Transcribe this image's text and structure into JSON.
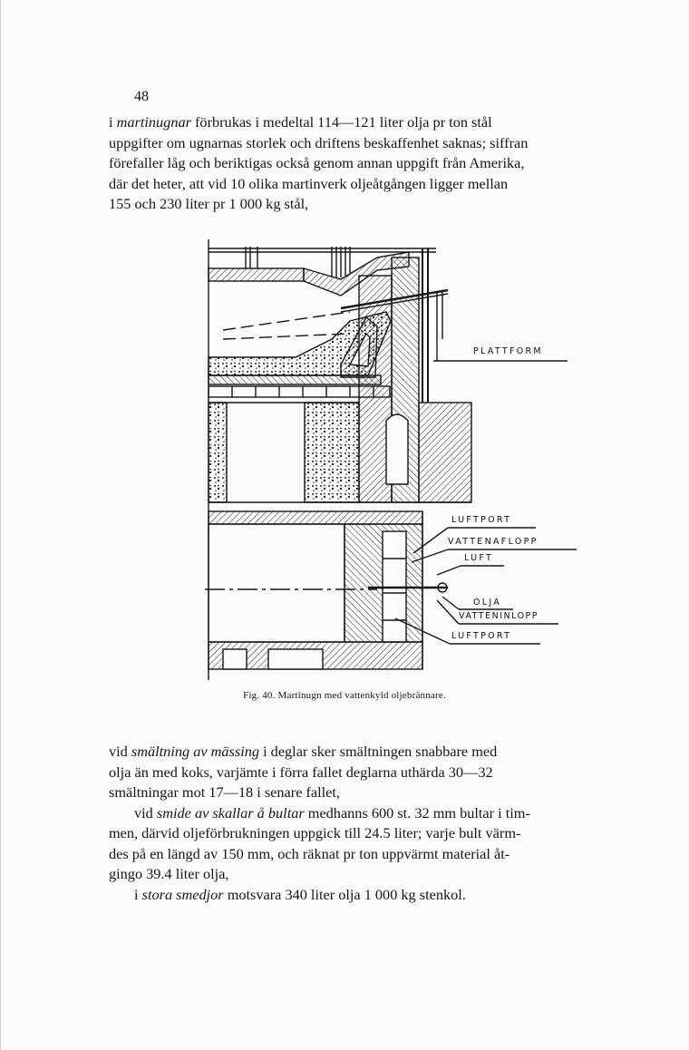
{
  "page_number": "48",
  "paragraph_1": {
    "lines": [
      {
        "pre": "i ",
        "em": "martinugnar",
        "post": " förbrukas i medeltal 114—121 liter olja pr ton stål"
      },
      {
        "pre": "uppgifter om ugnarnas storlek och driftens beskaffenhet saknas; siffran",
        "em": "",
        "post": ""
      },
      {
        "pre": "förefaller låg och beriktigas också genom annan uppgift från Amerika,",
        "em": "",
        "post": ""
      },
      {
        "pre": "där det heter, att vid 10 olika martinverk oljeåtgången ligger mellan",
        "em": "",
        "post": ""
      },
      {
        "pre": "155 och 230 liter pr 1 000 kg stål,",
        "em": "",
        "post": ""
      }
    ]
  },
  "figure": {
    "labels": {
      "plattform": "PLATTFORM",
      "luftport_top": "LUFTPORT",
      "vattenafl": "VATTENAFLOPP",
      "luft": "LUFT",
      "olja": "OLJA",
      "vatteninl": "VATTENINLOPP",
      "luftport_bottom": "LUFTPORT"
    },
    "caption": "Fig. 40.  Martinugn med vattenkyld oljebrännare."
  },
  "paragraph_2": {
    "lines": [
      {
        "pre": "vid ",
        "em": "smältning av mässing",
        "post": " i deglar sker smältningen snabbare med"
      },
      {
        "pre": "olja än med koks, varjämte i förra fallet deglarna uthärda 30—32",
        "em": "",
        "post": ""
      },
      {
        "pre": "smältningar mot 17—18 i senare fallet,",
        "em": "",
        "post": ""
      },
      {
        "pre": "vid ",
        "em": "smide av skallar å bultar",
        "post": " medhanns 600 st. 32 mm bultar i tim-"
      },
      {
        "pre": "men, därvid oljeförbrukningen uppgick till 24.5 liter; varje bult värm-",
        "em": "",
        "post": ""
      },
      {
        "pre": "des på en längd av 150 mm, och räknat pr ton uppvärmt material åt-",
        "em": "",
        "post": ""
      },
      {
        "pre": "gingo 39.4 liter olja,",
        "em": "",
        "post": ""
      },
      {
        "pre": "i ",
        "em": "stora smedjor",
        "post": " motsvara 340 liter olja 1 000 kg stenkol."
      }
    ]
  }
}
